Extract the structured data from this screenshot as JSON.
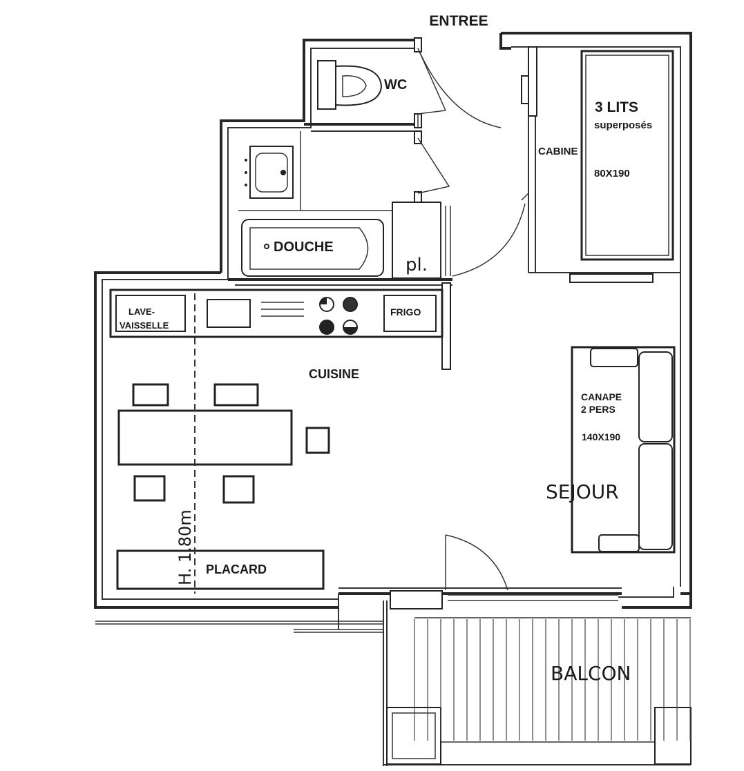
{
  "labels": {
    "entree": "ENTREE",
    "wc": "WC",
    "douche": "DOUCHE",
    "pl": "pl.",
    "lits_title": "3 LITS",
    "lits_sub": "superposés",
    "lits_size": "80X190",
    "cabine": "CABINE",
    "lave_1": "LAVE-",
    "lave_2": "VAISSELLE",
    "frigo": "FRIGO",
    "cuisine": "CUISINE",
    "canape_1": "CANAPE",
    "canape_2": "2 PERS",
    "canape_size": "140X190",
    "sejour": "SEJOUR",
    "hauteur": "H. 1.80m",
    "placard": "PLACARD",
    "balcon": "BALCON"
  }
}
